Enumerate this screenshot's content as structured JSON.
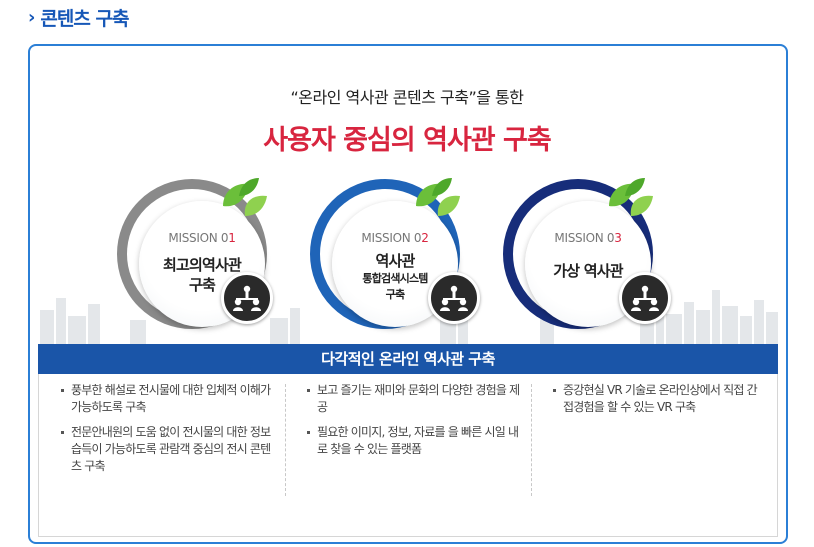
{
  "section": {
    "title": "콘텐츠 구축",
    "chevron": "›"
  },
  "intro": "“온라인 역사관 콘텐츠 구축”을 통한",
  "headline": "사용자 중심의 역사관 구축",
  "missions": [
    {
      "label": "MISSION 0",
      "num": "1",
      "lines": [
        "최고의역사관",
        "구축"
      ],
      "ring_color": "#8a8a8a"
    },
    {
      "label": "MISSION 0",
      "num": "2",
      "title": "역사관",
      "lines_small": [
        "통합검색시스템",
        "구축"
      ],
      "ring_color": "#1f64b8"
    },
    {
      "label": "MISSION 0",
      "num": "3",
      "lines": [
        "가상 역사관"
      ],
      "ring_color": "#172d7a"
    }
  ],
  "badge_icon": "people-network-icon",
  "leaf_icon": "leaf-icon",
  "band_title": "다각적인 온라인 역사관 구축",
  "columns": [
    [
      "풍부한 해설로 전시물에 대한 입체적 이해가 가능하도록 구축",
      "전문안내원의 도움 없이 전시물의 대한 정보 습득이 가능하도록 관람객 중심의 전시 콘텐츠 구축"
    ],
    [
      "보고 즐기는 재미와 문화의 다양한 경험을 제공",
      "필요한 이미지, 정보, 자료를 을 빠른 시일 내로 찾을 수 있는 플랫폼"
    ],
    [
      "증강현실 VR 기술로 온라인상에서 직접 간접경험을 할 수 있는 VR 구축"
    ]
  ],
  "colors": {
    "accent_blue": "#1657b7",
    "headline_red": "#d8253f",
    "band_blue": "#1a55a8"
  }
}
